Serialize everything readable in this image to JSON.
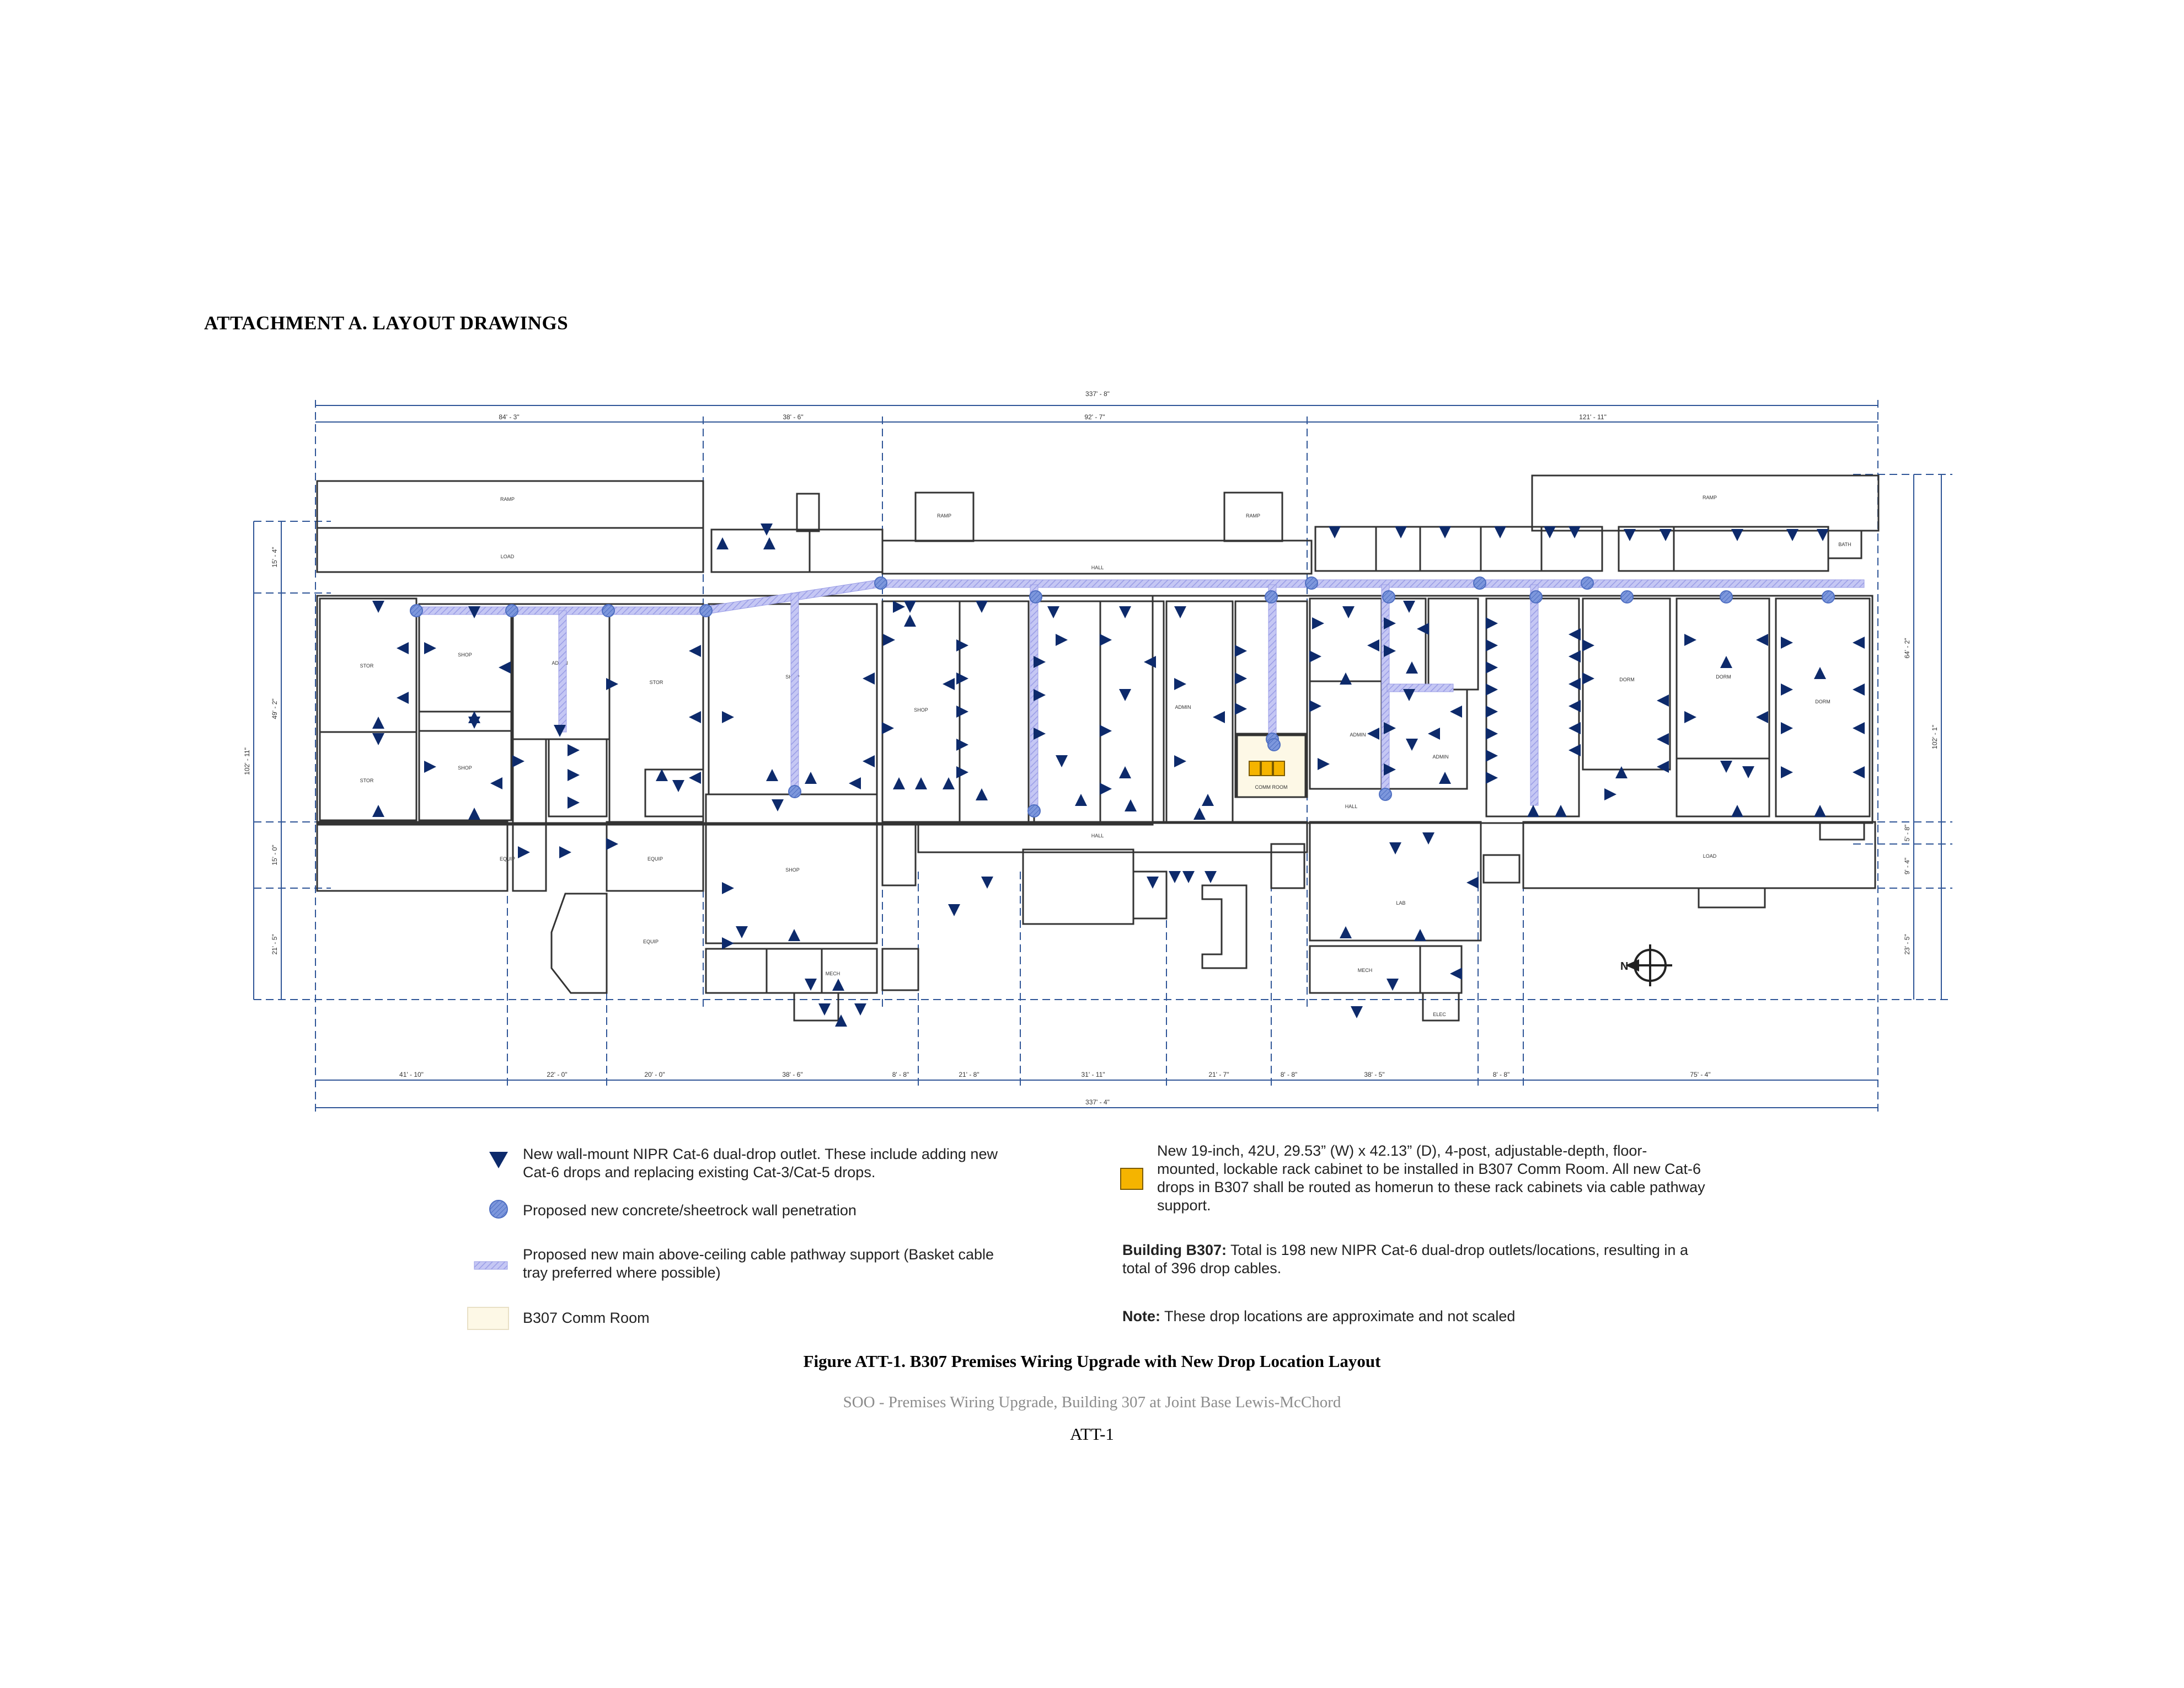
{
  "heading": "ATTACHMENT A.  LAYOUT DRAWINGS",
  "dimensions": {
    "top_total": "337' - 8\"",
    "top_segments": [
      "84' - 3\"",
      "38' - 6\"",
      "92' - 7\"",
      "121' - 11\""
    ],
    "bottom_segments": [
      "41' - 10\"",
      "22' - 0\"",
      "20' - 0\"",
      "38' - 6\"",
      "8' - 8\"",
      "21' - 8\"",
      "31' - 11\"",
      "21' - 7\"",
      "8' - 8\"",
      "38' - 5\"",
      "8' - 8\"",
      "75' - 4\""
    ],
    "bottom_total": "337' - 4\"",
    "left_total": "102' - 11\"",
    "left_segments": [
      "15' - 4\"",
      "49' - 2\"",
      "15' - 0\"",
      "21' - 5\""
    ],
    "right_total": "102' - 1\"",
    "right_segments": [
      "64' - 2\"",
      "5' - 8\"",
      "9' - 4\"",
      "23' - 5\""
    ]
  },
  "rooms": {
    "comm_room": "COMM ROOM",
    "hall": "HALL",
    "shop": "SHOP",
    "admin": "ADMIN",
    "stor": "STOR",
    "equip": "EQUIP",
    "load": "LOAD",
    "ramp": "RAMP",
    "mech": "MECH",
    "bath": "BATH",
    "lab": "LAB",
    "dorm": "DORM",
    "elec": "ELEC"
  },
  "legend": {
    "outlet": "New wall-mount NIPR Cat-6 dual-drop outlet.  These include adding new Cat-6 drops and replacing existing Cat-3/Cat-5 drops.",
    "penetration": "Proposed new concrete/sheetrock wall penetration",
    "pathway": "Proposed new main above-ceiling cable pathway support (Basket cable tray preferred where possible)",
    "comm_room": "B307 Comm Room",
    "rack": "New 19-inch, 42U, 29.53” (W) x 42.13” (D), 4-post, adjustable-depth, floor-mounted, lockable rack cabinet  to be installed in B307 Comm Room.  All new Cat-6 drops in B307 shall be routed as homerun to these rack cabinets via cable pathway support.",
    "building_label": "Building B307:",
    "building_text": "Total is 198 new NIPR Cat-6 dual-drop outlets/locations, resulting in a total of 396 drop cables.",
    "note_label": "Note:",
    "note_text": "These drop locations are approximate and not scaled"
  },
  "compass": "N",
  "caption": "Figure ATT-1.  B307 Premises Wiring Upgrade with New Drop Location Layout",
  "footer": "SOO - Premises Wiring Upgrade, Building 307 at Joint Base Lewis-McChord",
  "page_number": "ATT-1",
  "colors": {
    "outlet": "#0d2a6b",
    "penetration": "#6f8fd8",
    "pathway": "#b6b8f0",
    "rack": "#f5b400",
    "comm_room_fill": "#fdf8e6",
    "dim_line": "#2f5597",
    "wall": "#333333"
  }
}
